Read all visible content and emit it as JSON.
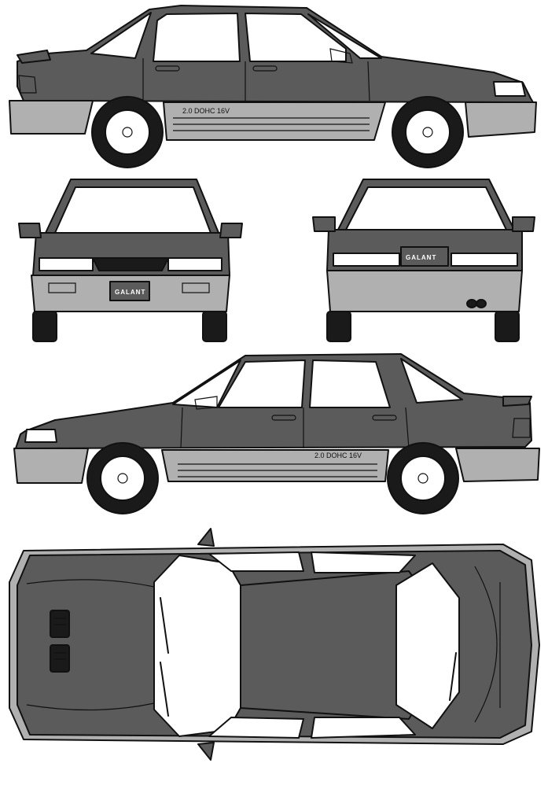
{
  "colors": {
    "body": "#5b5b5b",
    "lower_cladding": "#b0b0b0",
    "glass": "#ffffff",
    "tire": "#1a1a1a",
    "outline": "#111111",
    "background": "#ffffff"
  },
  "views": {
    "side_right": {
      "badge": "2.0 DOHC 16V"
    },
    "front": {
      "plate": "GALANT"
    },
    "rear": {
      "plate": "GALANT"
    },
    "side_left": {
      "badge": "2.0 DOHC 16V"
    }
  }
}
